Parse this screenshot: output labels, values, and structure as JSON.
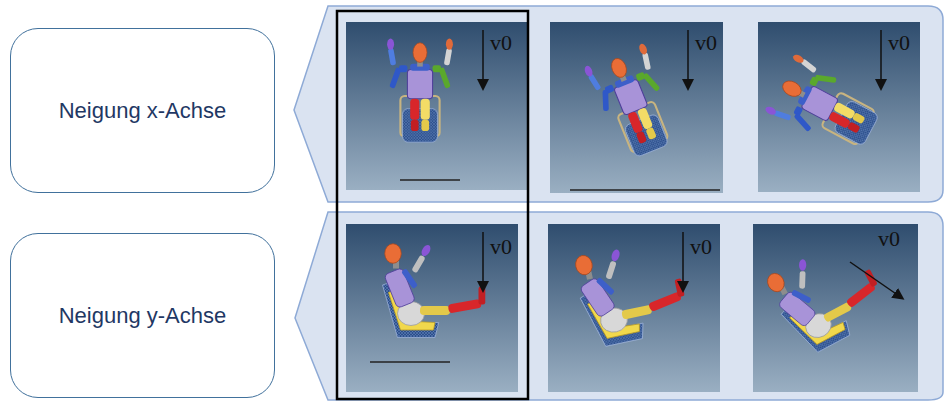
{
  "diagram": {
    "nodes": [
      {
        "text": [
          "Neigung x-Achse"
        ]
      },
      {
        "text": [
          "Neigung y-Achse"
        ]
      }
    ],
    "labels": [
      "v0",
      "v0",
      "v0",
      "v0",
      "v0",
      "v0"
    ]
  }
}
